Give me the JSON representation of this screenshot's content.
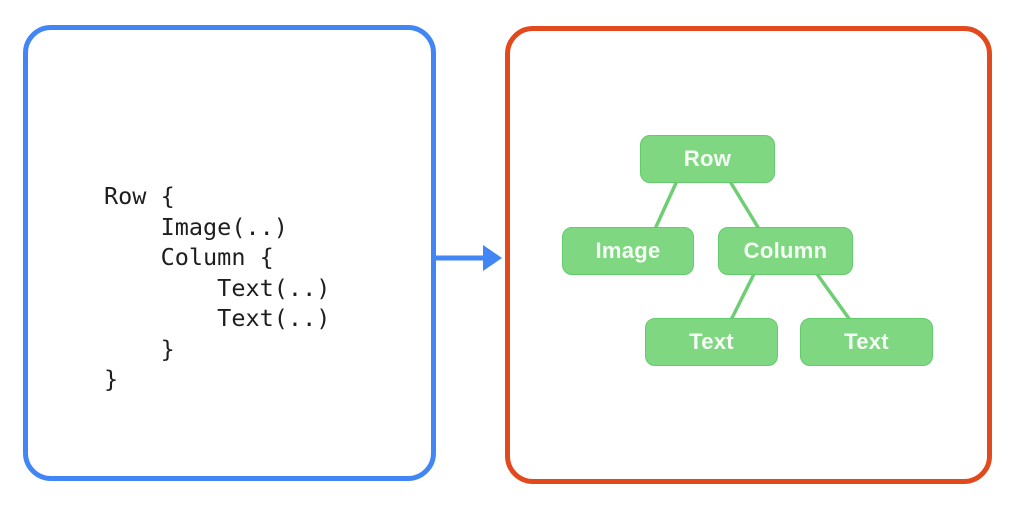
{
  "colors": {
    "blue": "#4285F4",
    "orange": "#E2491D",
    "node_fill": "#7FD781",
    "node_border": "#62CB6B",
    "edge": "#6FCE74",
    "code_text": "#1E1E1E",
    "node_text": "#F6FDF6",
    "background": "#FFFFFF"
  },
  "code_panel": {
    "lines": [
      "Row {",
      "    Image(..)",
      "    Column {",
      "        Text(..)",
      "        Text(..)",
      "    }",
      "}"
    ]
  },
  "arrow": {
    "direction": "right"
  },
  "tree_panel": {
    "nodes": [
      {
        "id": "row",
        "label": "Row",
        "parent": null
      },
      {
        "id": "image",
        "label": "Image",
        "parent": "row"
      },
      {
        "id": "column",
        "label": "Column",
        "parent": "row"
      },
      {
        "id": "text-1",
        "label": "Text",
        "parent": "column"
      },
      {
        "id": "text-2",
        "label": "Text",
        "parent": "column"
      }
    ],
    "edges": [
      [
        "row",
        "image"
      ],
      [
        "row",
        "column"
      ],
      [
        "column",
        "text-1"
      ],
      [
        "column",
        "text-2"
      ]
    ]
  }
}
